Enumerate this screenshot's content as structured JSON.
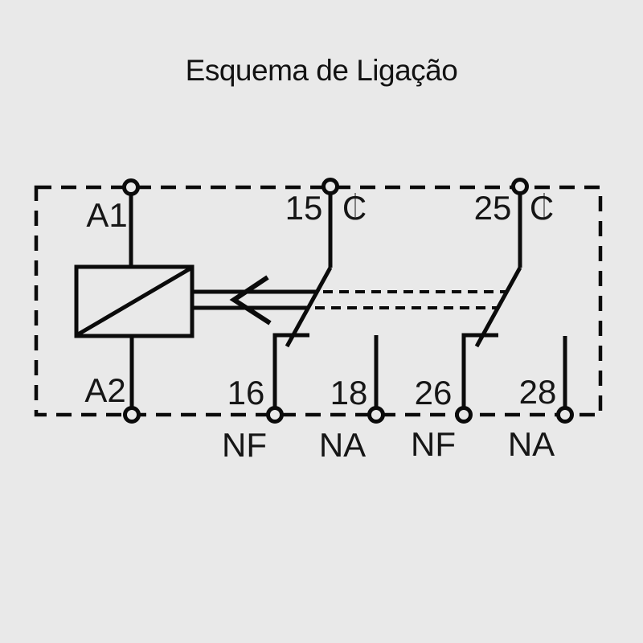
{
  "colors": {
    "background": "#e9e9e9",
    "line": "#0b0b0b",
    "text": "#161616"
  },
  "title": "Esquema de Ligação",
  "diagram": {
    "coil": {
      "top_terminal": "A1",
      "bottom_terminal": "A2"
    },
    "switches": [
      {
        "common_terminal": "15",
        "common_type": "C",
        "nc_terminal": "16",
        "nc_type": "NF",
        "no_terminal": "18",
        "no_type": "NA"
      },
      {
        "common_terminal": "25",
        "common_type": "C",
        "nc_terminal": "26",
        "nc_type": "NF",
        "no_terminal": "28",
        "no_type": "NA"
      }
    ]
  }
}
